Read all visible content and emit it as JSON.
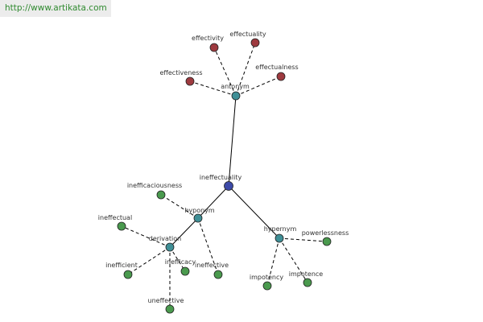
{
  "header": {
    "url": "http://www.artikata.com"
  },
  "colors": {
    "root": "#3d4aa8",
    "relation": "#3f8f96",
    "antonym_word": "#9e3a3f",
    "related_word": "#4a9a4e"
  },
  "graph": {
    "nodes": [
      {
        "id": "ineffectuality",
        "label": "ineffectuality",
        "kind": "root"
      },
      {
        "id": "antonym",
        "label": "antonym",
        "kind": "relation"
      },
      {
        "id": "hyponym",
        "label": "hyponym",
        "kind": "relation"
      },
      {
        "id": "hypernym",
        "label": "hypernym",
        "kind": "relation"
      },
      {
        "id": "derivation",
        "label": "derivation",
        "kind": "relation"
      },
      {
        "id": "effectivity",
        "label": "effectivity",
        "kind": "antonym_word"
      },
      {
        "id": "effectuality",
        "label": "effectuality",
        "kind": "antonym_word"
      },
      {
        "id": "effectualness",
        "label": "effectualness",
        "kind": "antonym_word"
      },
      {
        "id": "effectiveness",
        "label": "effectiveness",
        "kind": "antonym_word"
      },
      {
        "id": "inefficaciousness",
        "label": "inefficaciousness",
        "kind": "related_word"
      },
      {
        "id": "ineffectual",
        "label": "ineffectual",
        "kind": "related_word"
      },
      {
        "id": "inefficient",
        "label": "inefficient",
        "kind": "related_word"
      },
      {
        "id": "inefficacy",
        "label": "inefficacy",
        "kind": "related_word"
      },
      {
        "id": "ineffective",
        "label": "ineffective",
        "kind": "related_word"
      },
      {
        "id": "uneffective",
        "label": "uneffective",
        "kind": "related_word"
      },
      {
        "id": "powerlessness",
        "label": "powerlessness",
        "kind": "related_word"
      },
      {
        "id": "impotency",
        "label": "impotency",
        "kind": "related_word"
      },
      {
        "id": "impotence",
        "label": "impotence",
        "kind": "related_word"
      }
    ],
    "edges": [
      {
        "from": "ineffectuality",
        "to": "antonym",
        "style": "solid"
      },
      {
        "from": "ineffectuality",
        "to": "hyponym",
        "style": "solid"
      },
      {
        "from": "ineffectuality",
        "to": "hypernym",
        "style": "solid"
      },
      {
        "from": "hyponym",
        "to": "derivation",
        "style": "solid"
      },
      {
        "from": "antonym",
        "to": "effectivity",
        "style": "dashed"
      },
      {
        "from": "antonym",
        "to": "effectuality",
        "style": "dashed"
      },
      {
        "from": "antonym",
        "to": "effectualness",
        "style": "dashed"
      },
      {
        "from": "antonym",
        "to": "effectiveness",
        "style": "dashed"
      },
      {
        "from": "hyponym",
        "to": "inefficaciousness",
        "style": "dashed"
      },
      {
        "from": "hyponym",
        "to": "ineffective",
        "style": "dashed"
      },
      {
        "from": "derivation",
        "to": "ineffectual",
        "style": "dashed"
      },
      {
        "from": "derivation",
        "to": "inefficient",
        "style": "dashed"
      },
      {
        "from": "derivation",
        "to": "inefficacy",
        "style": "dashed"
      },
      {
        "from": "derivation",
        "to": "uneffective",
        "style": "dashed"
      },
      {
        "from": "hypernym",
        "to": "powerlessness",
        "style": "dashed"
      },
      {
        "from": "hypernym",
        "to": "impotency",
        "style": "dashed"
      },
      {
        "from": "hypernym",
        "to": "impotence",
        "style": "dashed"
      }
    ]
  }
}
